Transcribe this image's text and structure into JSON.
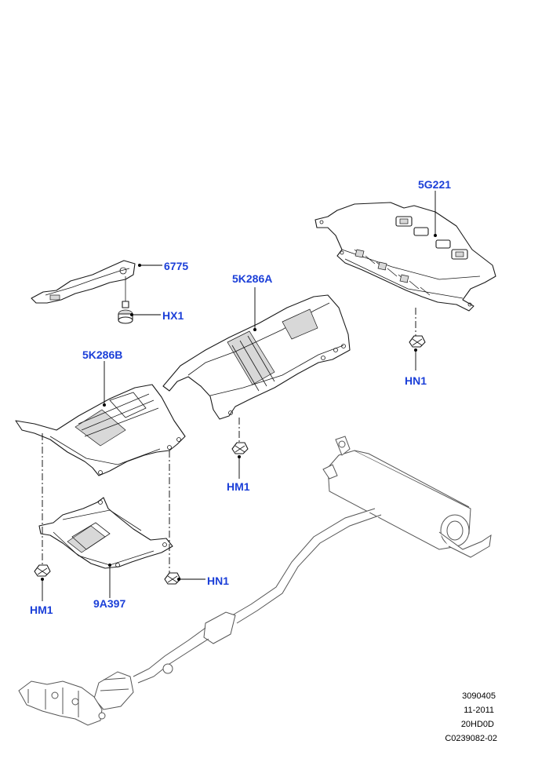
{
  "colors": {
    "label": "#1b3fd8",
    "line": "#1a1a1a",
    "ref_text": "#000000"
  },
  "labels": {
    "p5G221": "5G221",
    "p6775": "6775",
    "pHX1": "HX1",
    "p5K286A": "5K286A",
    "pHN1_right": "HN1",
    "p5K286B": "5K286B",
    "pHM1_center": "HM1",
    "pHN1_lower": "HN1",
    "pHM1_left": "HM1",
    "p9A397": "9A397"
  },
  "reference": {
    "line1": "3090405",
    "line2": "11-2011",
    "line3": "20HD0D",
    "line4": "C0239082-02"
  }
}
